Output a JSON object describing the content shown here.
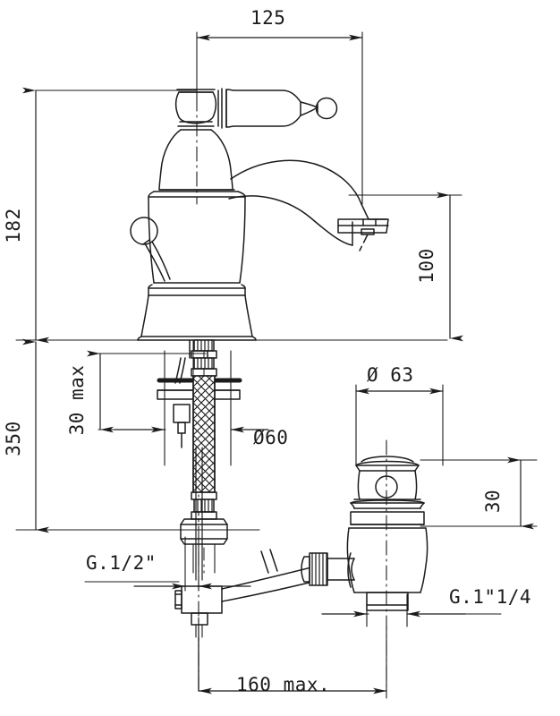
{
  "drawing": {
    "type": "technical-dimensioned-drawing",
    "subject": "single-lever basin mixer tap with pop-up waste",
    "units": "mm",
    "line_color": "#1b1b1b",
    "background_color": "#ffffff"
  },
  "dimensions": {
    "spout_reach": "125",
    "overall_height": "182",
    "spout_height": "100",
    "total_length": "350",
    "deck_thickness_max": "30 max",
    "base_diameter": "Ø60",
    "waste_flange_diameter": "Ø 63",
    "waste_height": "30",
    "supply_thread": "G.1/2\"",
    "waste_thread": "G.1\"1/4",
    "hose_length_max": "160 max."
  },
  "labels": [
    {
      "id": "dim-125",
      "text": "125",
      "orientation": "horizontal"
    },
    {
      "id": "dim-182",
      "text": "182",
      "orientation": "vertical"
    },
    {
      "id": "dim-100",
      "text": "100",
      "orientation": "vertical"
    },
    {
      "id": "dim-350",
      "text": "350",
      "orientation": "vertical"
    },
    {
      "id": "dim-30max",
      "text": "30 max",
      "orientation": "vertical"
    },
    {
      "id": "dim-d60",
      "text": "Ø60",
      "orientation": "horizontal"
    },
    {
      "id": "dim-d63",
      "text": "Ø 63",
      "orientation": "horizontal"
    },
    {
      "id": "dim-30",
      "text": "30",
      "orientation": "vertical"
    },
    {
      "id": "dim-g12",
      "text": "G.1/2\"",
      "orientation": "horizontal"
    },
    {
      "id": "dim-g114",
      "text": "G.1\"1/4",
      "orientation": "horizontal"
    },
    {
      "id": "dim-160max",
      "text": "160 max.",
      "orientation": "horizontal"
    }
  ],
  "parts": [
    {
      "id": "lever-handle",
      "name": "lever handle"
    },
    {
      "id": "cartridge-dome",
      "name": "cartridge dome / bonnet"
    },
    {
      "id": "spout",
      "name": "curved spout"
    },
    {
      "id": "aerator",
      "name": "aerator outlet"
    },
    {
      "id": "lift-rod-knob",
      "name": "pop-up lift rod knob"
    },
    {
      "id": "base-flange",
      "name": "base flange"
    },
    {
      "id": "mounting-stud",
      "name": "mounting stud and washer"
    },
    {
      "id": "braided-hose",
      "name": "braided flexible hose"
    },
    {
      "id": "hose-nut",
      "name": "hose connection nut"
    },
    {
      "id": "popup-waste",
      "name": "pop-up waste body"
    },
    {
      "id": "popup-linkage",
      "name": "pop-up waste linkage rod"
    }
  ]
}
